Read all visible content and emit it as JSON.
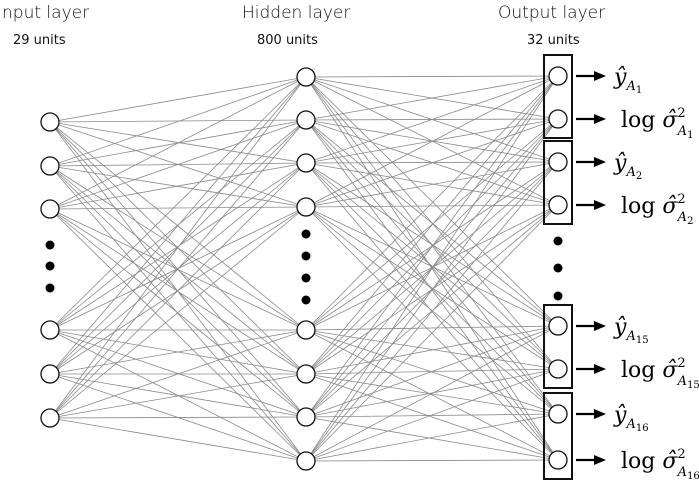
{
  "layers": {
    "input": {
      "title": "Input layer",
      "units": "29 units"
    },
    "hidden": {
      "title": "Hidden layer",
      "units": "800 units"
    },
    "output": {
      "title": "Output layer",
      "units": "32 units"
    }
  },
  "outputs": [
    {
      "kind": "mean",
      "prefix": "",
      "symbol": "ŷ",
      "sub": "A",
      "subsub": "1",
      "sup": ""
    },
    {
      "kind": "logvar",
      "prefix": "log ",
      "symbol": "σ̂",
      "sub": "A",
      "subsub": "1",
      "sup": "2"
    },
    {
      "kind": "mean",
      "prefix": "",
      "symbol": "ŷ",
      "sub": "A",
      "subsub": "2",
      "sup": ""
    },
    {
      "kind": "logvar",
      "prefix": "log ",
      "symbol": "σ̂",
      "sub": "A",
      "subsub": "2",
      "sup": "2"
    },
    {
      "kind": "mean",
      "prefix": "",
      "symbol": "ŷ",
      "sub": "A",
      "subsub": "15",
      "sup": ""
    },
    {
      "kind": "logvar",
      "prefix": "log ",
      "symbol": "σ̂",
      "sub": "A",
      "subsub": "15",
      "sup": "2"
    },
    {
      "kind": "mean",
      "prefix": "",
      "symbol": "ŷ",
      "sub": "A",
      "subsub": "16",
      "sup": ""
    },
    {
      "kind": "logvar",
      "prefix": "log ",
      "symbol": "σ̂",
      "sub": "A",
      "subsub": "16",
      "sup": "2"
    }
  ],
  "colors": {
    "edge": "#8a8a8a",
    "node_stroke": "#111111",
    "text": "#000000"
  }
}
